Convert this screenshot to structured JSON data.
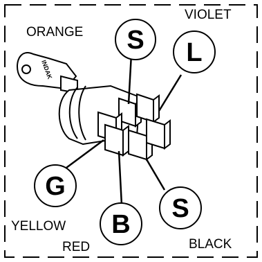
{
  "brand": "INDAK",
  "wire_labels": {
    "orange": "ORANGE",
    "violet": "VIOLET",
    "yellow": "YELLOW",
    "red": "RED",
    "black": "BLACK"
  },
  "terminals": {
    "s_top": "S",
    "l_top": "L",
    "g": "G",
    "b": "B",
    "s_bottom": "S"
  }
}
